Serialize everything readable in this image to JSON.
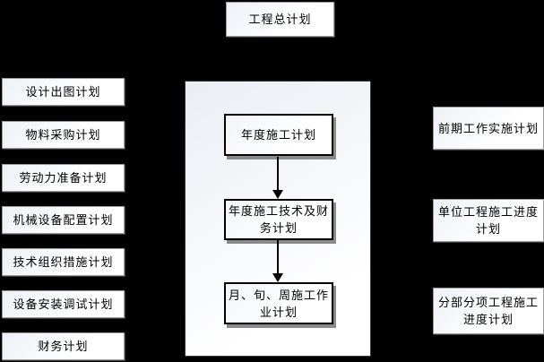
{
  "diagram": {
    "title": "工程总计划",
    "left_column": [
      "设计出图计划",
      "物料采购计划",
      "劳动力准备计划",
      "机械设备配置计划",
      "技术组织措施计划",
      "设备安装调试计划",
      "财务计划"
    ],
    "center_flow": [
      "年度施工计划",
      "年度施工技术及财务计划",
      "月、旬、周施工作业计划"
    ],
    "right_column": [
      "前期工作实施计划",
      "单位工程施工进度计划",
      "分部分项工程施工进度计划"
    ],
    "colors": {
      "background": "#000000",
      "panel_fill": "#eaeef4",
      "node_fill": "#ffffff",
      "outer_border": "#9b9b9b",
      "inner_border": "#000000",
      "shadow": "#8a8a8a",
      "text": "#000000",
      "arrow": "#000000"
    }
  }
}
